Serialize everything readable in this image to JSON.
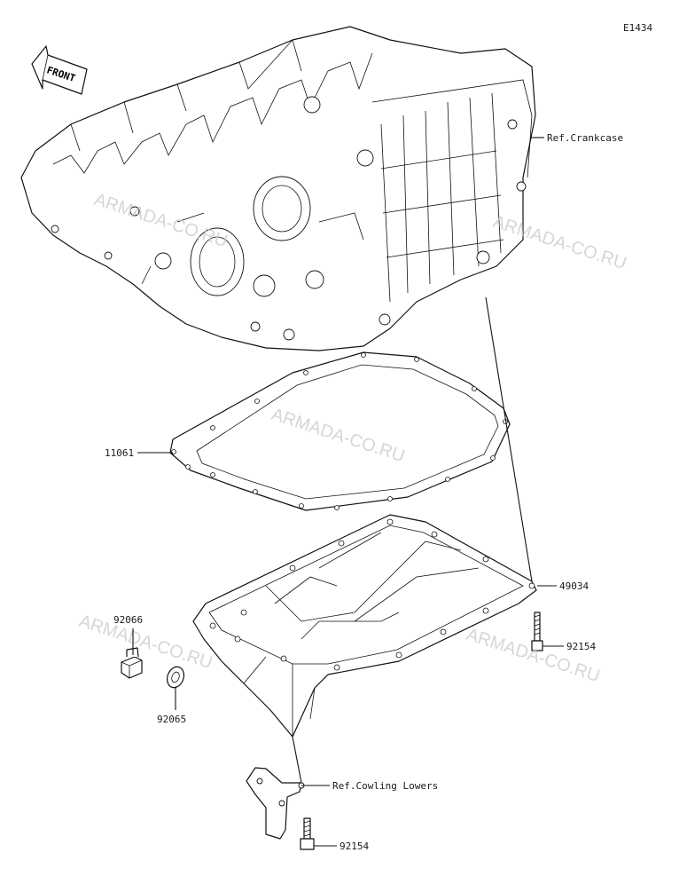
{
  "diagram_code": "E1434",
  "front_label": "FRONT",
  "watermark": "ARMADA-CO.RU",
  "callouts": {
    "ref_crankcase": "Ref.Crankcase",
    "gasket": "11061",
    "oil_pan": "49034",
    "bolt_right": "92154",
    "drain_plug": "92066",
    "washer": "92065",
    "ref_cowling": "Ref.Cowling Lowers",
    "bolt_bottom": "92154"
  }
}
